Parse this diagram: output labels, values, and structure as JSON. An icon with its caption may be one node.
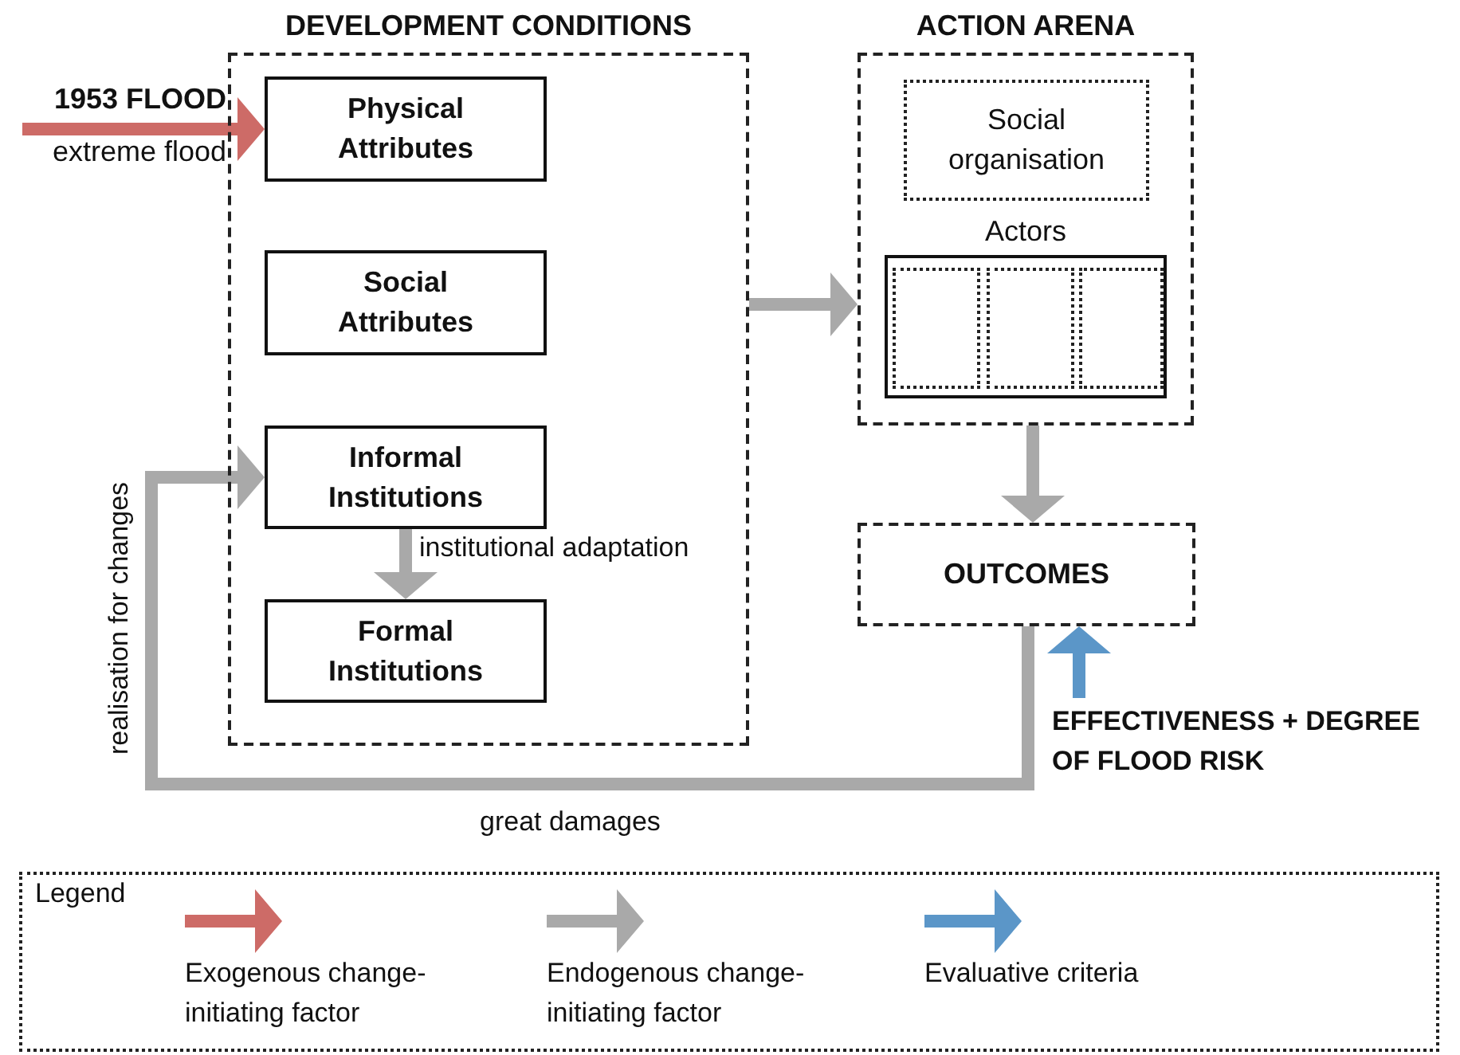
{
  "diagram": {
    "nodes": [
      {
        "text": [
          "DEVELOPMENT CONDITIONS"
        ]
      },
      {
        "text": [
          "Physical Attributes"
        ],
        "in": 0
      },
      {
        "text": [
          "Social Attributes"
        ],
        "in": 0
      },
      {
        "text": [
          "Informal Institutions"
        ],
        "in": 0
      },
      {
        "text": [
          "Formal Institutions"
        ],
        "in": 0
      },
      {
        "text": [
          "ACTION ARENA"
        ]
      },
      {
        "text": [
          "Social organisation"
        ],
        "in": 5
      },
      {
        "text": [
          "Actors"
        ],
        "in": 5
      },
      {
        "text": [],
        "shape": "box",
        "in": 7
      },
      {
        "text": [],
        "shape": "box",
        "in": 7
      },
      {
        "text": [],
        "shape": "box",
        "in": 7
      },
      {
        "text": [
          "OUTCOMES"
        ]
      },
      {
        "text": [
          "1953 FLOOD",
          "extreme flood"
        ]
      },
      {
        "text": [
          "EFFECTIVENESS + DEGREE OF FLOOD RISK"
        ]
      }
    ],
    "edges": [
      {
        "from": 12,
        "to": 1,
        "arrow": "to",
        "color": "#cd6b67"
      },
      {
        "from": 0,
        "to": 5,
        "arrow": "to"
      },
      {
        "from": 5,
        "to": 11,
        "arrow": "to"
      },
      {
        "from": 3,
        "to": 4,
        "arrow": "to",
        "label": "institutional adaptation"
      },
      {
        "from": 11,
        "to": 3,
        "arrow": "to",
        "label": "great damages"
      },
      {
        "from": 13,
        "to": 11,
        "arrow": "to",
        "color": "#5b96c8"
      }
    ],
    "labels": [
      "realisation for changes",
      "Legend"
    ],
    "legend": [
      {
        "text": "Exogenous change-initiating factor",
        "color": "#cd6b67"
      },
      {
        "text": "Endogenous change-initiating factor",
        "color": "#a9a9a9"
      },
      {
        "text": "Evaluative criteria",
        "color": "#5b96c8"
      }
    ]
  }
}
